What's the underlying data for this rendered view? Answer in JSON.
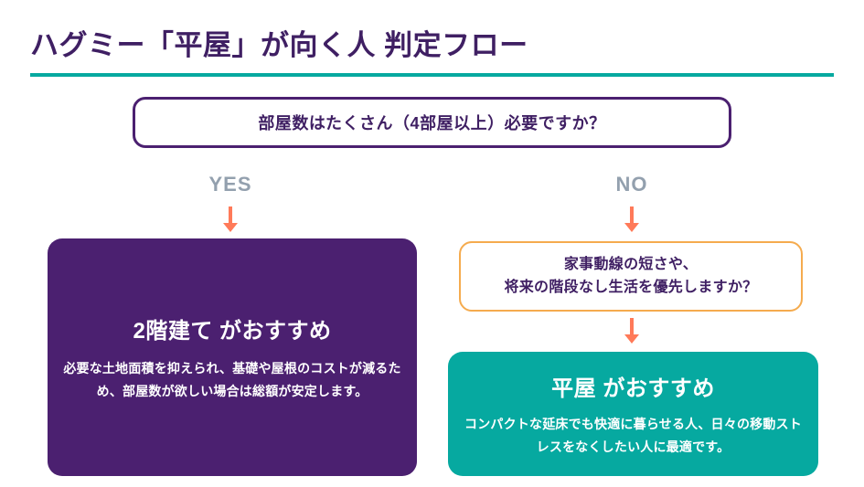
{
  "header": {
    "title": "ハグミー「平屋」が向く人 判定フロー",
    "rule_color": "#06a9a0",
    "title_color": "#3f1f63"
  },
  "flow": {
    "root_question": {
      "text": "部屋数はたくさん（4部屋以上）必要ですか？",
      "border_color": "#4b2070"
    },
    "branches": {
      "yes_label": "YES",
      "no_label": "NO",
      "label_color": "#93a0ae",
      "arrow_color": "#ff7a59",
      "arrow_icon": "arrow-down-icon"
    },
    "yes_result": {
      "heading": "2階建て がおすすめ",
      "body": "必要な土地面積を抑えられ、基礎や屋根のコストが減るため、部屋数が欲しい場合は総額が安定します。",
      "background_color": "#4b2070",
      "text_color": "#ffffff"
    },
    "second_question": {
      "line1": "家事動線の短さや、",
      "line2": "将来の階段なし生活を優先しますか？",
      "border_color": "#f5ab4e"
    },
    "no_result": {
      "heading": "平屋 がおすすめ",
      "body": "コンパクトな延床でも快適に暮らせる人、日々の移動ストレスをなくしたい人に最適です。",
      "background_color": "#06a9a0",
      "text_color": "#ffffff"
    }
  }
}
